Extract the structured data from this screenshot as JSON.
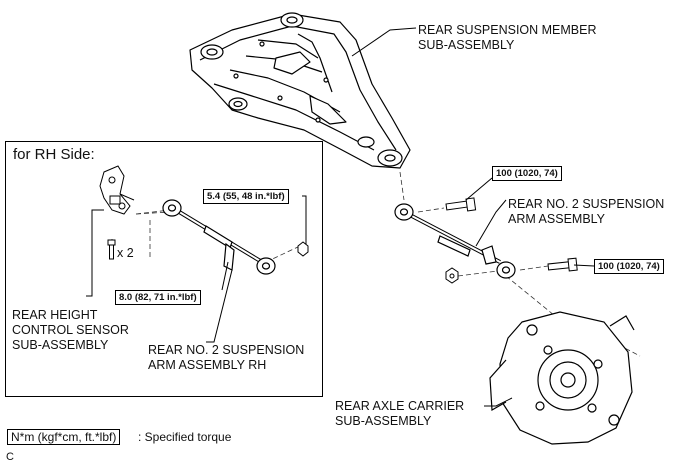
{
  "callouts": {
    "rear_suspension_member": [
      "REAR SUSPENSION MEMBER",
      "SUB-ASSEMBLY"
    ],
    "rear_no2_arm": [
      "REAR NO. 2 SUSPENSION",
      "ARM ASSEMBLY"
    ],
    "rear_axle_carrier": [
      "REAR AXLE CARRIER",
      "SUB-ASSEMBLY"
    ],
    "rear_height_sensor": [
      "REAR HEIGHT",
      "CONTROL SENSOR",
      "SUB-ASSEMBLY"
    ],
    "rear_no2_arm_rh": [
      "REAR NO. 2 SUSPENSION",
      "ARM ASSEMBLY RH"
    ]
  },
  "torques": {
    "bolt_upper": "100 (1020, 74)",
    "bolt_lower": "100 (1020, 74)",
    "inset_nut": "5.4 (55, 48 in.*lbf)",
    "sensor_bolt": "8.0 (82, 71 in.*lbf)"
  },
  "inset": {
    "title": "for RH Side:",
    "quantity": "x 2"
  },
  "legend": {
    "unit_box": "N*m (kgf*cm, ft.*lbf)",
    "description": ": Specified torque"
  },
  "figure_code": "C"
}
